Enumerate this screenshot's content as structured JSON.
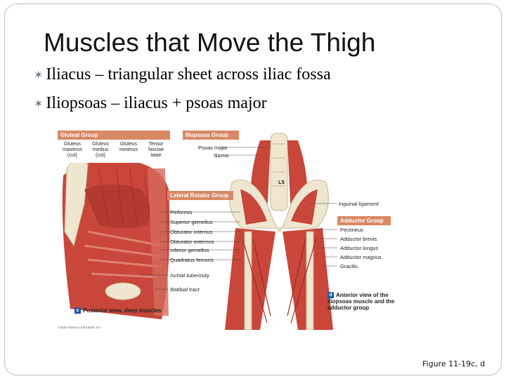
{
  "slide": {
    "title": "Muscles that Move the Thigh",
    "bullets": [
      "Iliacus – triangular sheet across iliac fossa",
      "Iliopsoas – iliacus + psoas major"
    ],
    "caption": "Figure 11-19c, d"
  },
  "figure": {
    "gluteal_group": {
      "header": "Gluteal Group",
      "columns": [
        [
          "Gluteus",
          "maximus",
          "(cut)"
        ],
        [
          "Gluteus",
          "medius",
          "(cut)"
        ],
        [
          "Gluteus",
          "minimus"
        ],
        [
          "Tensor",
          "fasciae",
          "latae"
        ]
      ]
    },
    "iliopsoas_group": {
      "header": "Iliopsoas Group",
      "items": [
        "Psoas major",
        "Iliacus"
      ]
    },
    "lateral_rotator_group": {
      "header": "Lateral Rotator Group",
      "items": [
        "Piriformis",
        "Superior gemellus",
        "Obturator internus",
        "Obturator externus",
        "Inferior gemellus",
        "Quadratus femoris"
      ]
    },
    "other_labels": [
      "Ischial tuberosity",
      "Iliotibial tract",
      "Inguinal ligament"
    ],
    "vertebra_label": "L5",
    "adductor_group": {
      "header": "Adductor Group",
      "items": [
        "Pectineus",
        "Adductor brevis",
        "Adductor longus",
        "Adductor magnus",
        "Gracilis"
      ]
    },
    "view_c": {
      "tag": "c",
      "text": "Posterior view, deep muscles"
    },
    "view_d": {
      "tag": "d",
      "text": "Anterior view of the iliopsoas muscle and the adductor group"
    },
    "copyright": "©2015 Pearson Education, Inc."
  },
  "colors": {
    "muscle": "#c8463a",
    "muscle_dark": "#9a2d26",
    "bone": "#efe6d0",
    "header": "#d98864",
    "tag": "#1f5aa5"
  }
}
